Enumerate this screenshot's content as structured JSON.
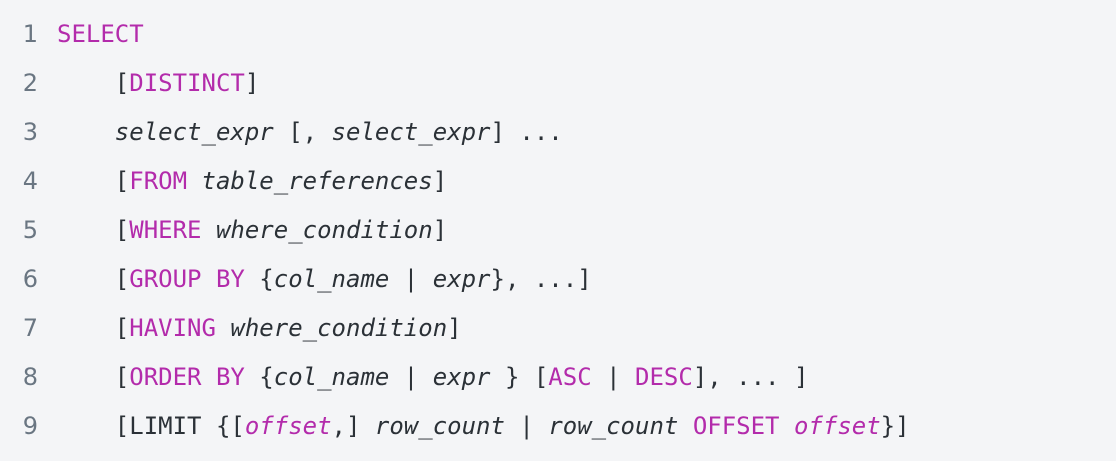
{
  "code_block": {
    "language": "sql",
    "background_color": "#f4f5f7",
    "keyword_color": "#b32bab",
    "text_color": "#2b3137",
    "line_number_color": "#6a7682",
    "lines": [
      {
        "number": "1",
        "indent": "",
        "plain_text": "SELECT",
        "tokens": [
          {
            "text": "SELECT",
            "type": "kw"
          }
        ]
      },
      {
        "number": "2",
        "indent": "    ",
        "plain_text": "    [DISTINCT]",
        "tokens": [
          {
            "text": "    [",
            "type": "punc"
          },
          {
            "text": "DISTINCT",
            "type": "kw"
          },
          {
            "text": "]",
            "type": "punc"
          }
        ]
      },
      {
        "number": "3",
        "indent": "    ",
        "plain_text": "    select_expr [, select_expr] ...",
        "tokens": [
          {
            "text": "    ",
            "type": "punc"
          },
          {
            "text": "select_expr",
            "type": "var"
          },
          {
            "text": " [, ",
            "type": "punc"
          },
          {
            "text": "select_expr",
            "type": "var"
          },
          {
            "text": "] ...",
            "type": "punc"
          }
        ]
      },
      {
        "number": "4",
        "indent": "    ",
        "plain_text": "    [FROM table_references]",
        "tokens": [
          {
            "text": "    [",
            "type": "punc"
          },
          {
            "text": "FROM",
            "type": "kw"
          },
          {
            "text": " ",
            "type": "punc"
          },
          {
            "text": "table_references",
            "type": "var"
          },
          {
            "text": "]",
            "type": "punc"
          }
        ]
      },
      {
        "number": "5",
        "indent": "    ",
        "plain_text": "    [WHERE where_condition]",
        "tokens": [
          {
            "text": "    [",
            "type": "punc"
          },
          {
            "text": "WHERE",
            "type": "kw"
          },
          {
            "text": " ",
            "type": "punc"
          },
          {
            "text": "where_condition",
            "type": "var"
          },
          {
            "text": "]",
            "type": "punc"
          }
        ]
      },
      {
        "number": "6",
        "indent": "    ",
        "plain_text": "    [GROUP BY {col_name | expr}, ...]",
        "tokens": [
          {
            "text": "    [",
            "type": "punc"
          },
          {
            "text": "GROUP BY",
            "type": "kw"
          },
          {
            "text": " {",
            "type": "punc"
          },
          {
            "text": "col_name",
            "type": "var"
          },
          {
            "text": " | ",
            "type": "punc"
          },
          {
            "text": "expr",
            "type": "var"
          },
          {
            "text": "}, ...]",
            "type": "punc"
          }
        ]
      },
      {
        "number": "7",
        "indent": "    ",
        "plain_text": "    [HAVING where_condition]",
        "tokens": [
          {
            "text": "    [",
            "type": "punc"
          },
          {
            "text": "HAVING",
            "type": "kw"
          },
          {
            "text": " ",
            "type": "punc"
          },
          {
            "text": "where_condition",
            "type": "var"
          },
          {
            "text": "]",
            "type": "punc"
          }
        ]
      },
      {
        "number": "8",
        "indent": "    ",
        "plain_text": "    [ORDER BY {col_name | expr } [ASC | DESC], ... ]",
        "tokens": [
          {
            "text": "    [",
            "type": "punc"
          },
          {
            "text": "ORDER BY",
            "type": "kw"
          },
          {
            "text": " {",
            "type": "punc"
          },
          {
            "text": "col_name",
            "type": "var"
          },
          {
            "text": " | ",
            "type": "punc"
          },
          {
            "text": "expr",
            "type": "var"
          },
          {
            "text": " } [",
            "type": "punc"
          },
          {
            "text": "ASC",
            "type": "kw"
          },
          {
            "text": " | ",
            "type": "punc"
          },
          {
            "text": "DESC",
            "type": "kw"
          },
          {
            "text": "], ... ]",
            "type": "punc"
          }
        ]
      },
      {
        "number": "9",
        "indent": "    ",
        "plain_text": "    [LIMIT {[offset,] row_count | row_count OFFSET offset}]",
        "tokens": [
          {
            "text": "    [LIMIT {[",
            "type": "punc"
          },
          {
            "text": "offset",
            "type": "kwvar"
          },
          {
            "text": ",] ",
            "type": "punc"
          },
          {
            "text": "row_count",
            "type": "var"
          },
          {
            "text": " | ",
            "type": "punc"
          },
          {
            "text": "row_count",
            "type": "var"
          },
          {
            "text": " ",
            "type": "punc"
          },
          {
            "text": "OFFSET",
            "type": "kw"
          },
          {
            "text": " ",
            "type": "punc"
          },
          {
            "text": "offset",
            "type": "kwvar"
          },
          {
            "text": "}]",
            "type": "punc"
          }
        ]
      }
    ]
  }
}
